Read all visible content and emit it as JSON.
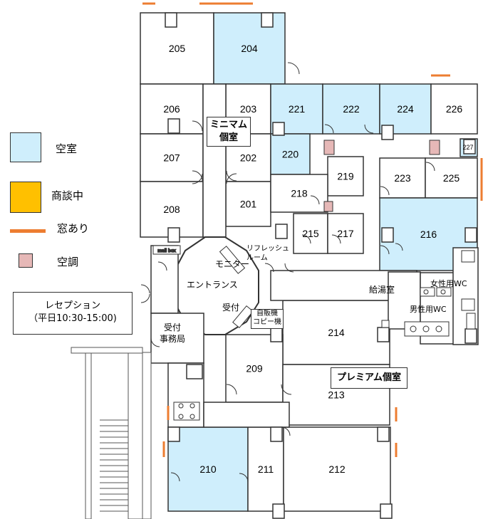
{
  "colors": {
    "vacant": "#cfeefc",
    "negotiating": "#ffc000",
    "window": "#ed7d31",
    "ac": "#e6b8b7",
    "wall": "#333333"
  },
  "legend": {
    "vacant": "空室",
    "negotiating": "商談中",
    "window": "窓あり",
    "ac": "空調"
  },
  "reception": {
    "line1": "レセプション",
    "line2": "（平日10:30-15:00)"
  },
  "labels": {
    "minimum": "ミニマム\n個室",
    "premium": "プレミアム個室",
    "entrance": "エントランス",
    "monitor": "モニター",
    "refresh": "リフレッシュ\nルーム",
    "reception_desk": "受付",
    "office": "受付\n事務局",
    "vending": "自販機\nコピー機",
    "kitchen": "給湯室",
    "wc_female": "女性用WC",
    "wc_male": "男性用WC",
    "mailbox": "mail box"
  },
  "rooms": [
    {
      "id": "205",
      "vacant": false
    },
    {
      "id": "204",
      "vacant": true
    },
    {
      "id": "206",
      "vacant": false
    },
    {
      "id": "203",
      "vacant": false
    },
    {
      "id": "221",
      "vacant": true
    },
    {
      "id": "222",
      "vacant": true
    },
    {
      "id": "224",
      "vacant": true
    },
    {
      "id": "226",
      "vacant": false
    },
    {
      "id": "207",
      "vacant": false
    },
    {
      "id": "202",
      "vacant": false
    },
    {
      "id": "220",
      "vacant": true
    },
    {
      "id": "227",
      "vacant": true
    },
    {
      "id": "219",
      "vacant": false
    },
    {
      "id": "223",
      "vacant": false
    },
    {
      "id": "225",
      "vacant": false
    },
    {
      "id": "208",
      "vacant": false
    },
    {
      "id": "201",
      "vacant": false
    },
    {
      "id": "218",
      "vacant": false
    },
    {
      "id": "215",
      "vacant": false
    },
    {
      "id": "217",
      "vacant": false
    },
    {
      "id": "216",
      "vacant": true
    },
    {
      "id": "214",
      "vacant": false
    },
    {
      "id": "209",
      "vacant": false
    },
    {
      "id": "213",
      "vacant": false
    },
    {
      "id": "210",
      "vacant": true
    },
    {
      "id": "211",
      "vacant": false
    },
    {
      "id": "212",
      "vacant": false
    }
  ]
}
